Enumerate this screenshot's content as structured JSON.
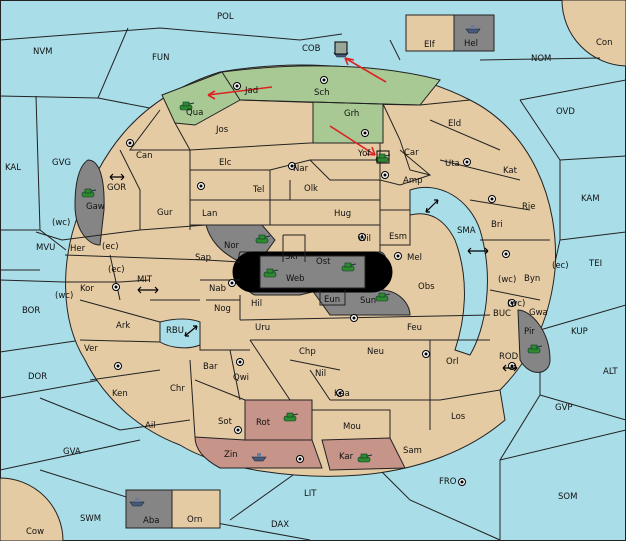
{
  "colors": {
    "sea": "#a9dde8",
    "land": "#e5cba4",
    "neutral_grey": "#858585",
    "power_green": "#a9c994",
    "power_red": "#c69488",
    "order_arrow": "#dd2222"
  },
  "unit_icons": {
    "army": "tank-icon",
    "fleet": "ship-icon"
  },
  "regions": {
    "pol": "POL",
    "nvm": "NVM",
    "fun": "FUN",
    "cob": "COB",
    "nom": "NOM",
    "elf": "Elf",
    "hel": "Hel",
    "con": "Con",
    "ovd": "OVD",
    "kal": "KAL",
    "gvg": "GVG",
    "gor": "GOR",
    "gaw": "Gaw",
    "wc1": "(wc)",
    "ec1": "(ec)",
    "mvu": "MVU",
    "her": "Her",
    "ec2": "(ec)",
    "wc2": "(wc)",
    "kor": "Kor",
    "mit": "MIT",
    "bor": "BOR",
    "ark": "Ark",
    "rbu": "RBU",
    "ver": "Ver",
    "dor": "DOR",
    "ken": "Ken",
    "ail": "Ail",
    "chr": "Chr",
    "gva": "GVA",
    "swm": "SWM",
    "aba": "Aba",
    "orn": "Orn",
    "dax": "DAX",
    "lit": "LIT",
    "cow": "Cow",
    "fro": "FRO",
    "som": "SOM",
    "sam": "Sam",
    "kar": "Kar",
    "zin": "Zin",
    "sot": "Sot",
    "rot": "Rot",
    "mou": "Mou",
    "los": "Los",
    "gvp": "GVP",
    "alt": "ALT",
    "rod": "ROD",
    "pir": "Pir",
    "kup": "KUP",
    "buc": "BUC",
    "wc3": "(wc)",
    "gwa": "Gwa",
    "ec3": "(ec)",
    "byn": "Byn",
    "tei": "TEI",
    "kam": "KAM",
    "rie": "Rie",
    "kat": "Kat",
    "bri": "Bri",
    "uta": "Uta",
    "eld": "Eld",
    "sma": "SMA",
    "esm": "Esm",
    "mel": "Mel",
    "obs": "Obs",
    "orl": "Orl",
    "feu": "Feu",
    "neu": "Neu",
    "kaa": "Kaa",
    "nil": "Nil",
    "chp": "Chp",
    "uru": "Uru",
    "qwi": "Qwi",
    "bar": "Bar",
    "hil": "Hil",
    "nog": "Nog",
    "nab": "Nab",
    "sap": "Sap",
    "nor": "Nor",
    "skr": "Skr",
    "web": "Web",
    "ost": "Ost",
    "eun": "Eun",
    "sun": "Sun",
    "wil": "Wil",
    "hug": "Hug",
    "olk": "Olk",
    "lan": "Lan",
    "gur": "Gur",
    "tel": "Tel",
    "elc": "Elc",
    "nar": "Nar",
    "can": "Can",
    "jos": "Jos",
    "qua": "Qua",
    "jad": "Jad",
    "sch": "Sch",
    "grh": "Grh",
    "yof": "Yof",
    "car": "Car",
    "amp": "Amp"
  }
}
